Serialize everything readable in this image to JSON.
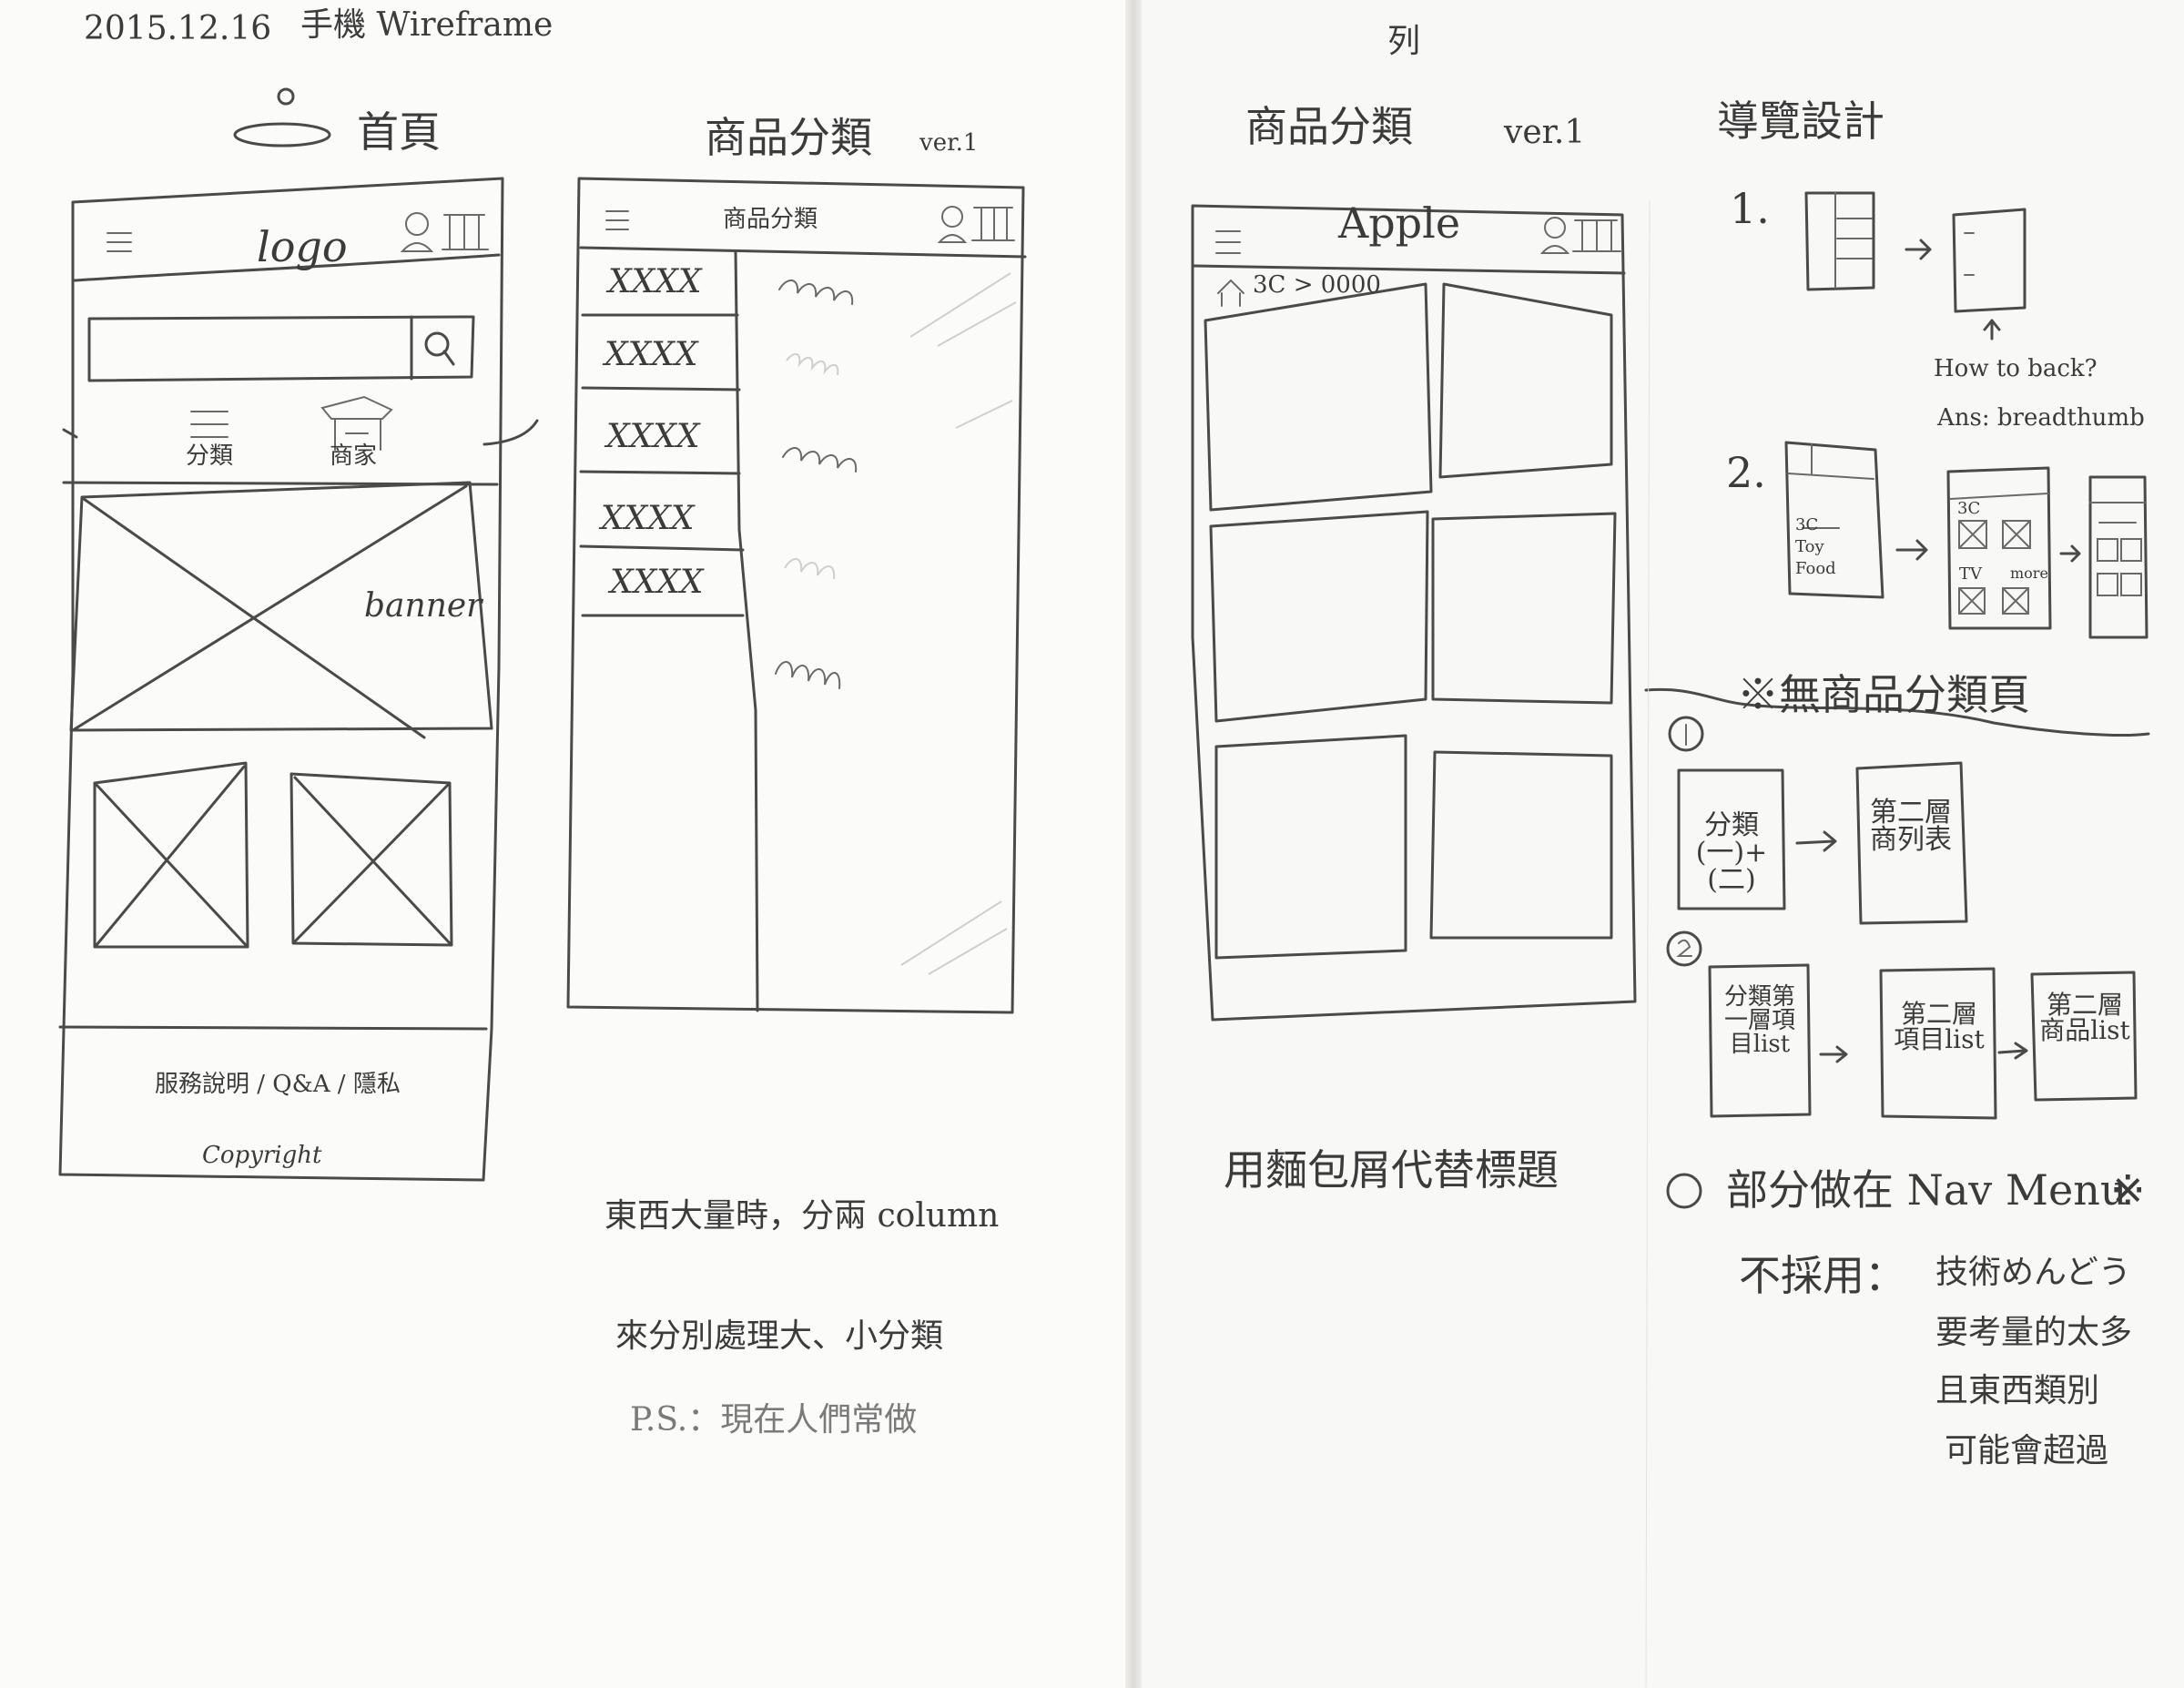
{
  "header": {
    "date": "2015.12.16",
    "title": "手機 Wireframe"
  },
  "home": {
    "title": "首頁",
    "logo": "logo",
    "banner": "banner",
    "nav_1": "分類",
    "nav_2": "商家",
    "footer_links": "服務說明 / Q&A / 隱私",
    "copyright": "Copyright"
  },
  "category_v1": {
    "title": "商品分類",
    "version": "ver.1",
    "bar_title": "商品分類",
    "items": [
      "XXXX",
      "XXXX",
      "XXXX",
      "XXXX",
      "XXXX"
    ],
    "notes": [
      "東西大量時，分兩 column",
      "來分別處理大、小分類",
      "P.S.：現在人們常做"
    ]
  },
  "list_v1": {
    "title": "商品分類",
    "version": "ver.1",
    "annotation": "列",
    "bar_title": "Apple",
    "breadcrumb": "3C > 0000",
    "note": "用麵包屑代替標題"
  },
  "nav_design": {
    "title": "導覽設計",
    "label_1": "1.",
    "label_2": "2.",
    "question": "How to back?",
    "answer": "Ans: breadthumb",
    "mini_items": [
      "3C",
      "Toy",
      "Food"
    ],
    "mini_labels": [
      "3C",
      "TV"
    ],
    "more": "more"
  },
  "no_category": {
    "title": "※無商品分類頁",
    "opt1_box1": "分類(一)+(二)",
    "opt1_box2": "第二層商列表",
    "opt2_box1": "分類第一層項目list",
    "opt2_box2": "第二層項目list",
    "opt2_box3": "第二層商品list",
    "opt3": "部分做在 Nav Menu",
    "opt3_mark": "※",
    "opt3_reject": "不採用：",
    "opt3_reasons": [
      "技術めんどう",
      "要考量的太多",
      "且東西類別",
      "可能會超過"
    ]
  }
}
